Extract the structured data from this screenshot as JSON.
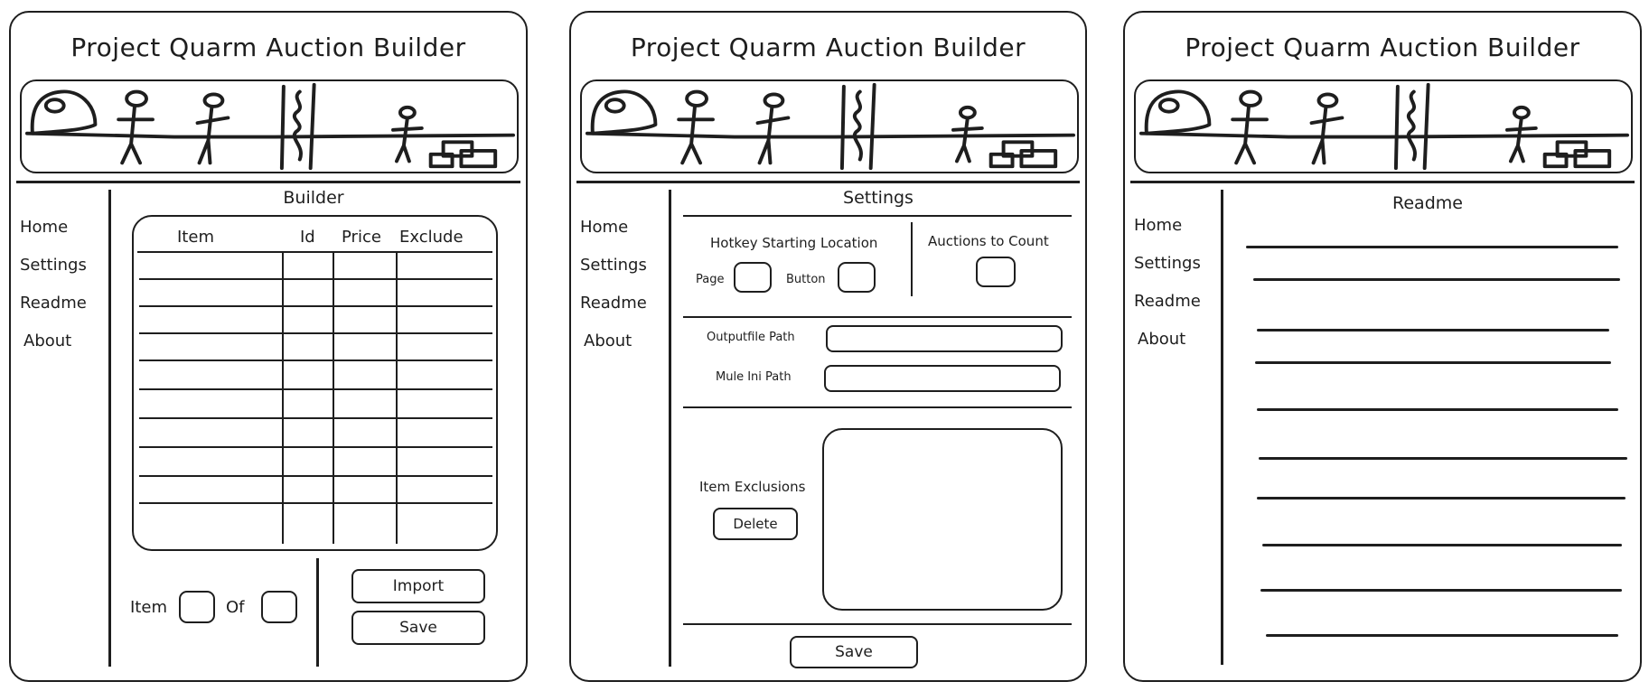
{
  "app": {
    "title": "Project Quarm Auction Builder"
  },
  "nav": {
    "items": [
      "Home",
      "Settings",
      "Readme",
      "About"
    ]
  },
  "builder": {
    "section_title": "Builder",
    "columns": [
      "Item",
      "Id",
      "Price",
      "Exclude"
    ],
    "pager": {
      "item_label": "Item",
      "of_label": "Of"
    },
    "import_label": "Import",
    "save_label": "Save"
  },
  "settings": {
    "section_title": "Settings",
    "hotkey": {
      "title": "Hotkey Starting Location",
      "page_label": "Page",
      "button_label": "Button"
    },
    "auctions_to_count_label": "Auctions to Count",
    "outputfile_label": "Outputfile Path",
    "mule_ini_label": "Mule Ini Path",
    "item_exclusions_label": "Item Exclusions",
    "delete_label": "Delete",
    "save_label": "Save"
  },
  "readme": {
    "section_title": "Readme"
  }
}
